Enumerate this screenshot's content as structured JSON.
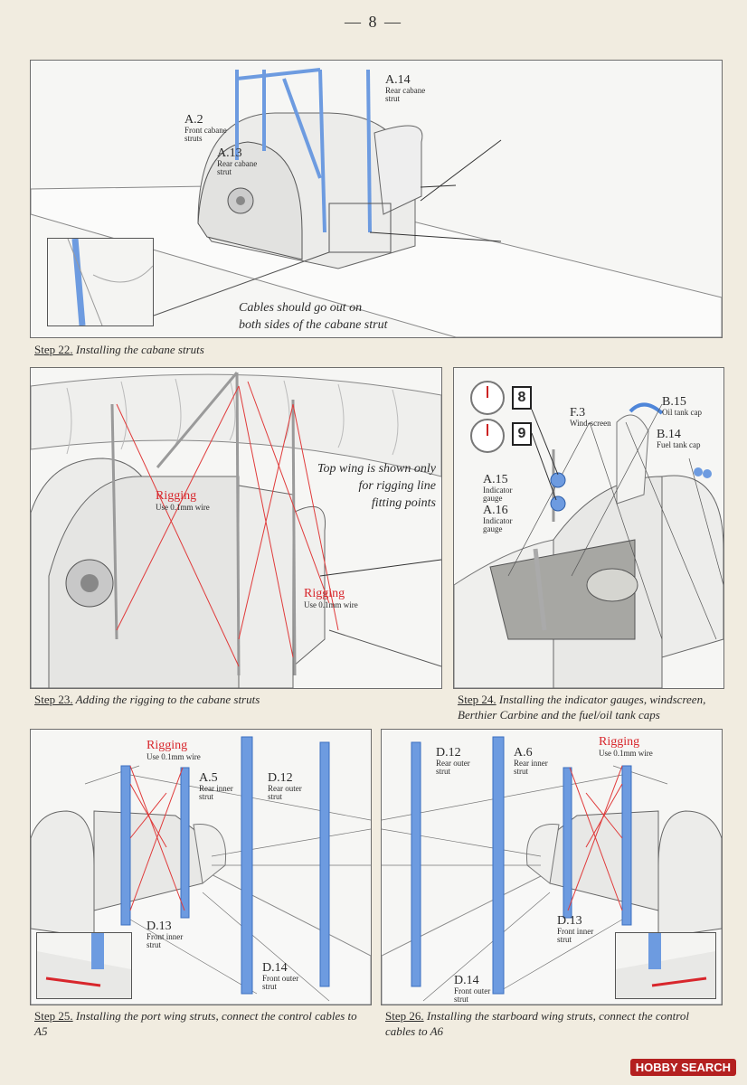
{
  "page_number": "— 8 —",
  "step22": {
    "caption_step": "Step 22.",
    "caption_text": " Installing the cabane struts",
    "a2": {
      "code": "A.2",
      "desc": "Front cabane struts"
    },
    "a13": {
      "code": "A.13",
      "desc": "Rear cabane strut"
    },
    "a14": {
      "code": "A.14",
      "desc": "Rear cabane strut"
    },
    "note_line1": "Cables should go out on",
    "note_line2": "both sides of the cabane strut"
  },
  "step23": {
    "caption_step": "Step 23.",
    "caption_text": " Adding the rigging to the cabane struts",
    "rigging1": {
      "title": "Rigging",
      "desc": "Use 0.1mm wire"
    },
    "rigging2": {
      "title": "Rigging",
      "desc": "Use 0.1mm wire"
    },
    "note_line1": "Top wing is shown only",
    "note_line2": "for rigging line",
    "note_line3": "fitting points"
  },
  "step24": {
    "caption_step": "Step 24.",
    "caption_text": " Installing the indicator gauges, windscreen, Berthier Carbine and the fuel/oil tank caps",
    "box8": "8",
    "box9": "9",
    "f3": {
      "code": "F.3",
      "desc": "Wind-screen"
    },
    "b15": {
      "code": "B.15",
      "desc": "Oil tank cap"
    },
    "b14": {
      "code": "B.14",
      "desc": "Fuel tank cap"
    },
    "a15": {
      "code": "A.15",
      "desc": "Indicator gauge"
    },
    "a16": {
      "code": "A.16",
      "desc": "Indicator gauge"
    }
  },
  "step25": {
    "caption_step": "Step 25.",
    "caption_text": " Installing the port wing struts, connect the control cables to A5",
    "rigging": {
      "title": "Rigging",
      "desc": "Use 0.1mm wire"
    },
    "a5": {
      "code": "A.5",
      "desc": "Rear inner strut"
    },
    "d12": {
      "code": "D.12",
      "desc": "Rear outer strut"
    },
    "d13": {
      "code": "D.13",
      "desc": "Front inner strut"
    },
    "d14": {
      "code": "D.14",
      "desc": "Front outer strut"
    }
  },
  "step26": {
    "caption_step": "Step 26.",
    "caption_text": " Installing the starboard wing struts, connect the control cables to A6",
    "rigging": {
      "title": "Rigging",
      "desc": "Use 0.1mm wire"
    },
    "a6": {
      "code": "A.6",
      "desc": "Rear inner strut"
    },
    "d12": {
      "code": "D.12",
      "desc": "Rear outer strut"
    },
    "d13": {
      "code": "D.13",
      "desc": "Front inner strut"
    },
    "d14": {
      "code": "D.14",
      "desc": "Front outer strut"
    }
  },
  "watermark": "HOBBY SEARCH"
}
